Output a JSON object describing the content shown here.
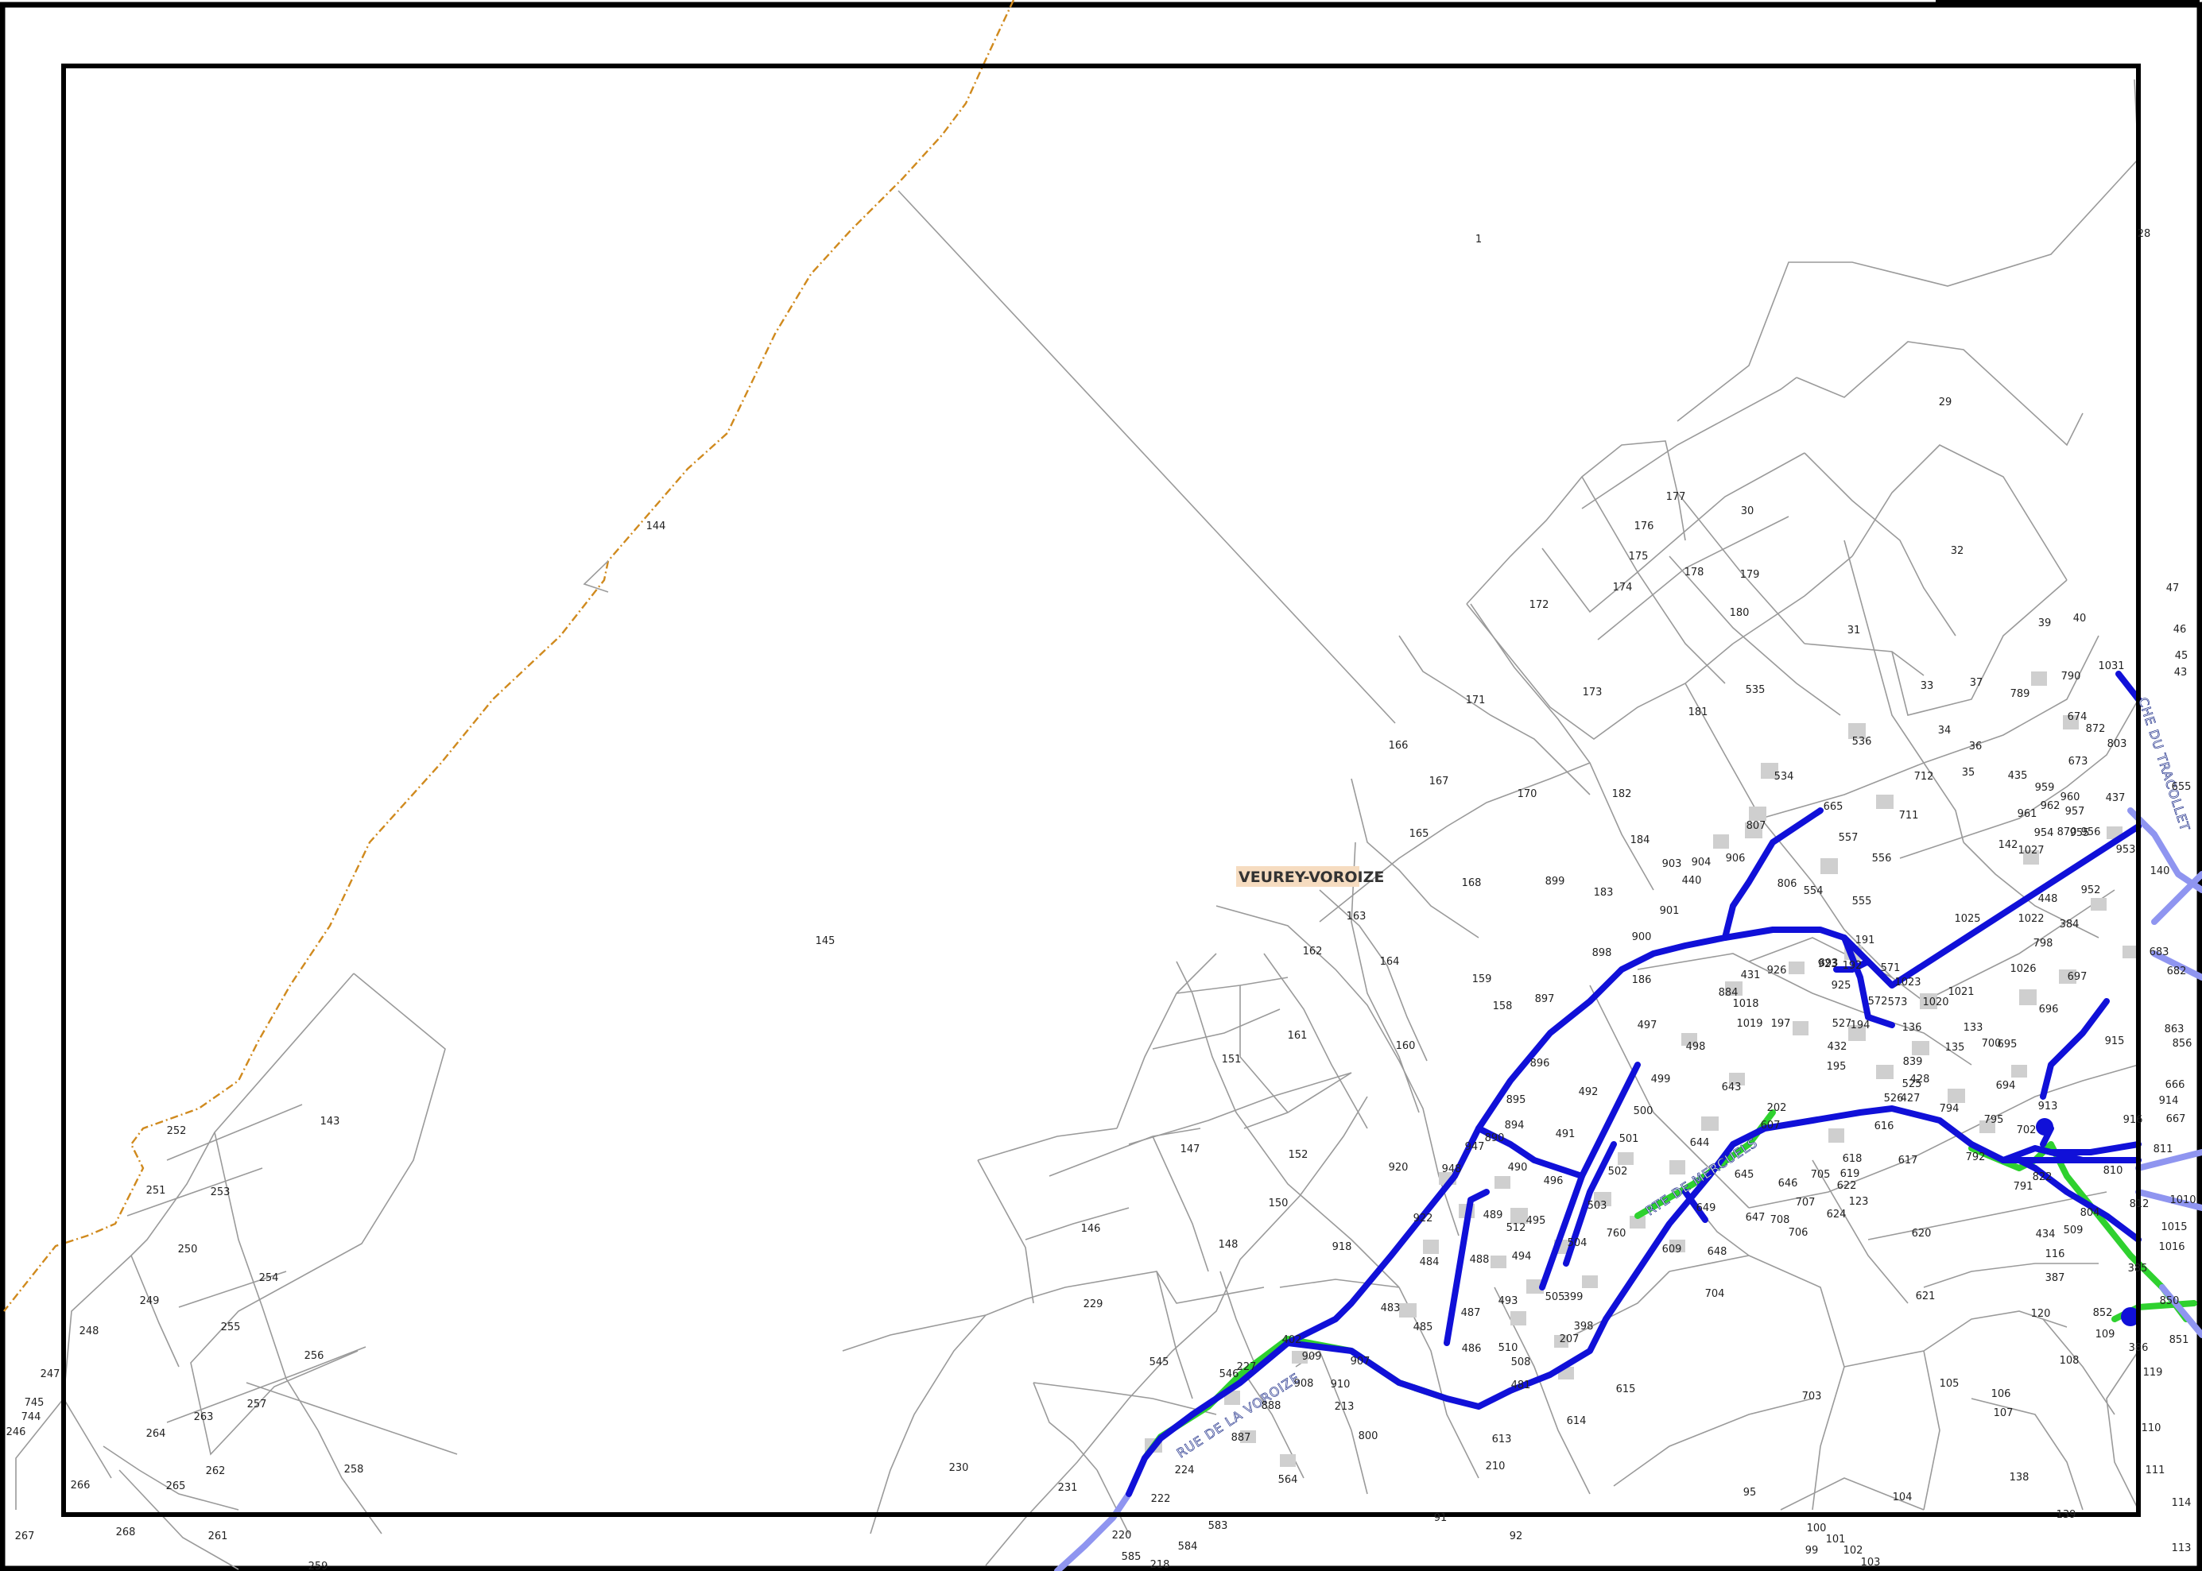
{
  "map": {
    "commune_name": "VEUREY-VOROIZE",
    "streets": {
      "route_voroize": "RUE DE LA VOROIZE",
      "route_mercuels": "RTE DE MERCUELS",
      "chemin_tracollet": "CHE DU TRACOLLET"
    },
    "colors": {
      "network_main": "#1010d8",
      "network_light": "#8f95f0",
      "network_green": "#2fd12f",
      "commune_boundary": "#d08a1e",
      "parcel_lines": "#9a9a9a",
      "buildings": "#cfcfcf",
      "frame": "#000000"
    },
    "parcels": [
      "1",
      "28",
      "29",
      "30",
      "31",
      "32",
      "33",
      "34",
      "35",
      "36",
      "37",
      "39",
      "40",
      "43",
      "45",
      "46",
      "47",
      "91",
      "92",
      "95",
      "99",
      "100",
      "101",
      "102",
      "103",
      "104",
      "105",
      "106",
      "107",
      "108",
      "109",
      "110",
      "111",
      "113",
      "114",
      "116",
      "119",
      "120",
      "123",
      "133",
      "135",
      "136",
      "138",
      "139",
      "140",
      "142",
      "143",
      "144",
      "145",
      "146",
      "147",
      "148",
      "150",
      "151",
      "152",
      "158",
      "159",
      "160",
      "161",
      "162",
      "163",
      "164",
      "165",
      "166",
      "167",
      "168",
      "170",
      "171",
      "172",
      "173",
      "174",
      "175",
      "176",
      "177",
      "178",
      "179",
      "180",
      "181",
      "182",
      "183",
      "184",
      "186",
      "191",
      "192",
      "194",
      "195",
      "197",
      "202",
      "207",
      "210",
      "213",
      "218",
      "220",
      "222",
      "224",
      "227",
      "229",
      "230",
      "231",
      "246",
      "247",
      "248",
      "249",
      "250",
      "251",
      "252",
      "253",
      "254",
      "255",
      "256",
      "257",
      "258",
      "259",
      "261",
      "262",
      "263",
      "264",
      "265",
      "266",
      "267",
      "268",
      "384",
      "385",
      "386",
      "387",
      "398",
      "399",
      "402",
      "427",
      "428",
      "431",
      "432",
      "434",
      "435",
      "437",
      "440",
      "448",
      "481",
      "483",
      "484",
      "485",
      "486",
      "487",
      "488",
      "489",
      "490",
      "491",
      "492",
      "493",
      "494",
      "495",
      "496",
      "497",
      "498",
      "499",
      "500",
      "501",
      "502",
      "503",
      "504",
      "505",
      "508",
      "509",
      "510",
      "512",
      "525",
      "526",
      "527",
      "534",
      "535",
      "536",
      "545",
      "546",
      "554",
      "555",
      "556",
      "557",
      "564",
      "571",
      "572",
      "573",
      "583",
      "584",
      "585",
      "607",
      "609",
      "613",
      "614",
      "615",
      "616",
      "617",
      "618",
      "619",
      "620",
      "621",
      "622",
      "624",
      "643",
      "644",
      "645",
      "646",
      "647",
      "648",
      "649",
      "655",
      "665",
      "666",
      "667",
      "673",
      "674",
      "682",
      "683",
      "694",
      "695",
      "696",
      "697",
      "700",
      "702",
      "703",
      "704",
      "705",
      "706",
      "707",
      "708",
      "711",
      "712",
      "744",
      "745",
      "760",
      "789",
      "790",
      "791",
      "792",
      "794",
      "795",
      "798",
      "800",
      "803",
      "804",
      "806",
      "807",
      "810",
      "811",
      "812",
      "822",
      "839",
      "850",
      "851",
      "852",
      "856",
      "863",
      "870",
      "872",
      "884",
      "887",
      "888",
      "890",
      "893",
      "894",
      "895",
      "896",
      "897",
      "898",
      "899",
      "900",
      "901",
      "903",
      "904",
      "906",
      "907",
      "908",
      "909",
      "910",
      "913",
      "914",
      "915",
      "916",
      "918",
      "920",
      "922",
      "923",
      "925",
      "926",
      "947",
      "948",
      "952",
      "953",
      "954",
      "955",
      "956",
      "957",
      "959",
      "960",
      "961",
      "962",
      "1010",
      "1015",
      "1016",
      "1018",
      "1019",
      "1020",
      "1021",
      "1022",
      "1023",
      "1025",
      "1026",
      "1027",
      "1031"
    ]
  }
}
